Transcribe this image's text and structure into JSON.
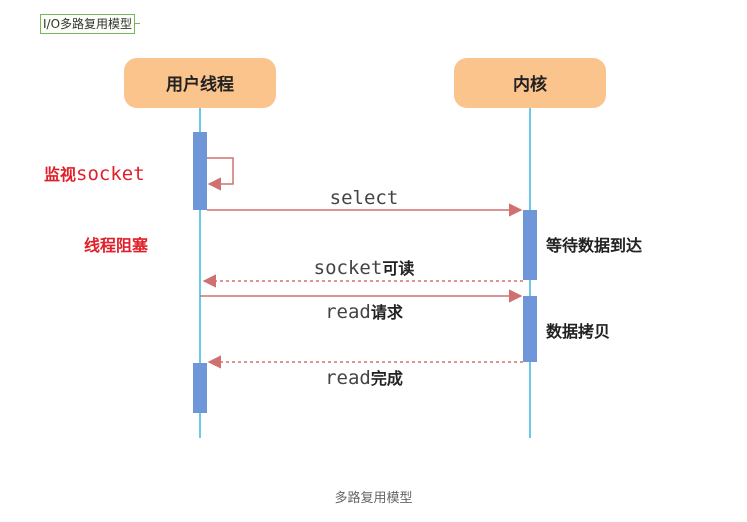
{
  "header_label": "I/O多路复用模型",
  "caption": "多路复用模型",
  "actors": {
    "user_thread": "用户线程",
    "kernel": "内核"
  },
  "notes": {
    "monitor_socket_cn": "监视",
    "monitor_socket_en": "socket",
    "thread_blocked": "线程阻塞",
    "wait_data": "等待数据到达",
    "copy_data": "数据拷贝"
  },
  "messages": {
    "select": "select",
    "socket_readable_en": "socket",
    "socket_readable_cn": "可读",
    "read_request_en": "read",
    "read_request_cn": "请求",
    "read_done_en": "read",
    "read_done_cn": "完成"
  },
  "colors": {
    "actor_fill": "#fbc48c",
    "lifeline": "#38b8e0",
    "activation": "#6f96d8",
    "arrow": "#d07070",
    "red_text": "#e0202a"
  }
}
